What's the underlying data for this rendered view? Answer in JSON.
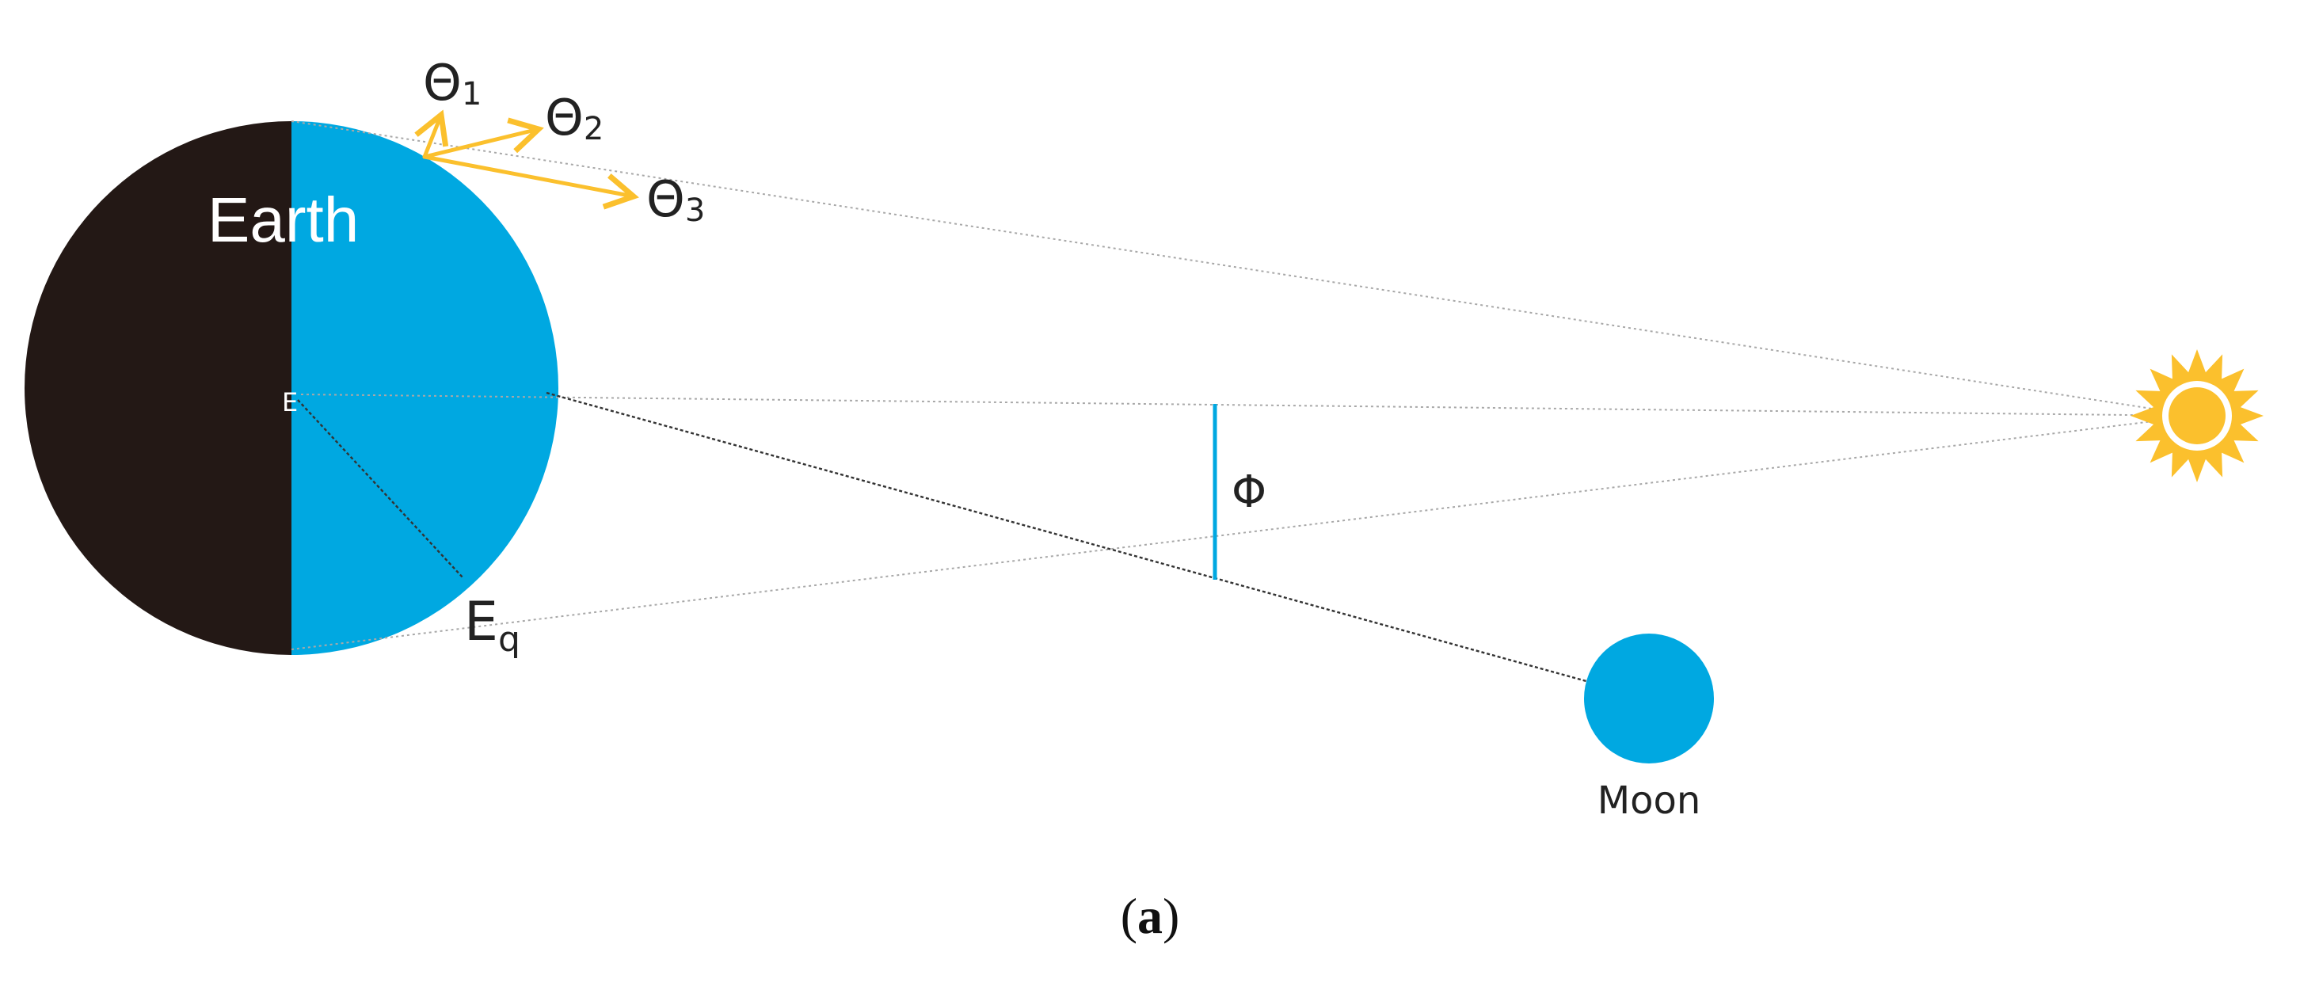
{
  "diagram": {
    "earth_label": "Earth",
    "center_label": "E",
    "eq_label_main": "E",
    "eq_label_sub": "q",
    "theta1_main": "Θ",
    "theta1_sub": "1",
    "theta2_main": "Θ",
    "theta2_sub": "2",
    "theta3_main": "Θ",
    "theta3_sub": "3",
    "phi_label": "Φ",
    "moon_label": "Moon",
    "caption_open": "(",
    "caption_letter": "a",
    "caption_close": ")"
  },
  "colors": {
    "earth_day": "#00A8E1",
    "earth_night": "#231815",
    "moon": "#00A8E1",
    "sun": "#FBC02D",
    "arrows": "#FBC02D",
    "phi_bar": "#00A8E1",
    "guide_lines": "#9a9a9a",
    "dark_lines": "#333333"
  }
}
